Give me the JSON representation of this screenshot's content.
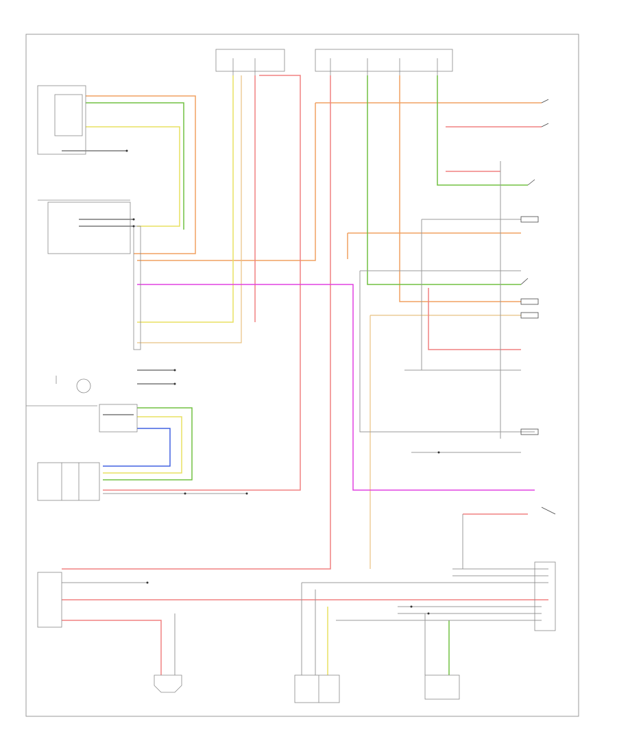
{
  "diagram": {
    "footer_code": "",
    "components": [
      {
        "id": "relay-module",
        "label": ""
      },
      {
        "id": "ignition-switch",
        "label": ""
      },
      {
        "id": "clockspring",
        "label": ""
      },
      {
        "id": "mode-switch",
        "label": ""
      },
      {
        "id": "speedometer",
        "label": ""
      },
      {
        "id": "module-bottom",
        "label": ""
      },
      {
        "id": "sensor-bottom",
        "label": ""
      },
      {
        "id": "pressure-switch",
        "label": ""
      },
      {
        "id": "clutch-switch",
        "label": ""
      },
      {
        "id": "right-module",
        "label": ""
      }
    ]
  },
  "colors": {
    "orange": "#f0a060",
    "green": "#70c040",
    "yellow": "#e8e060",
    "pink": "#f06080",
    "red": "#f08080",
    "magenta": "#e040e0",
    "blue": "#4060e0",
    "gray": "#888888",
    "tan": "#e8c080",
    "black": "#222222"
  }
}
